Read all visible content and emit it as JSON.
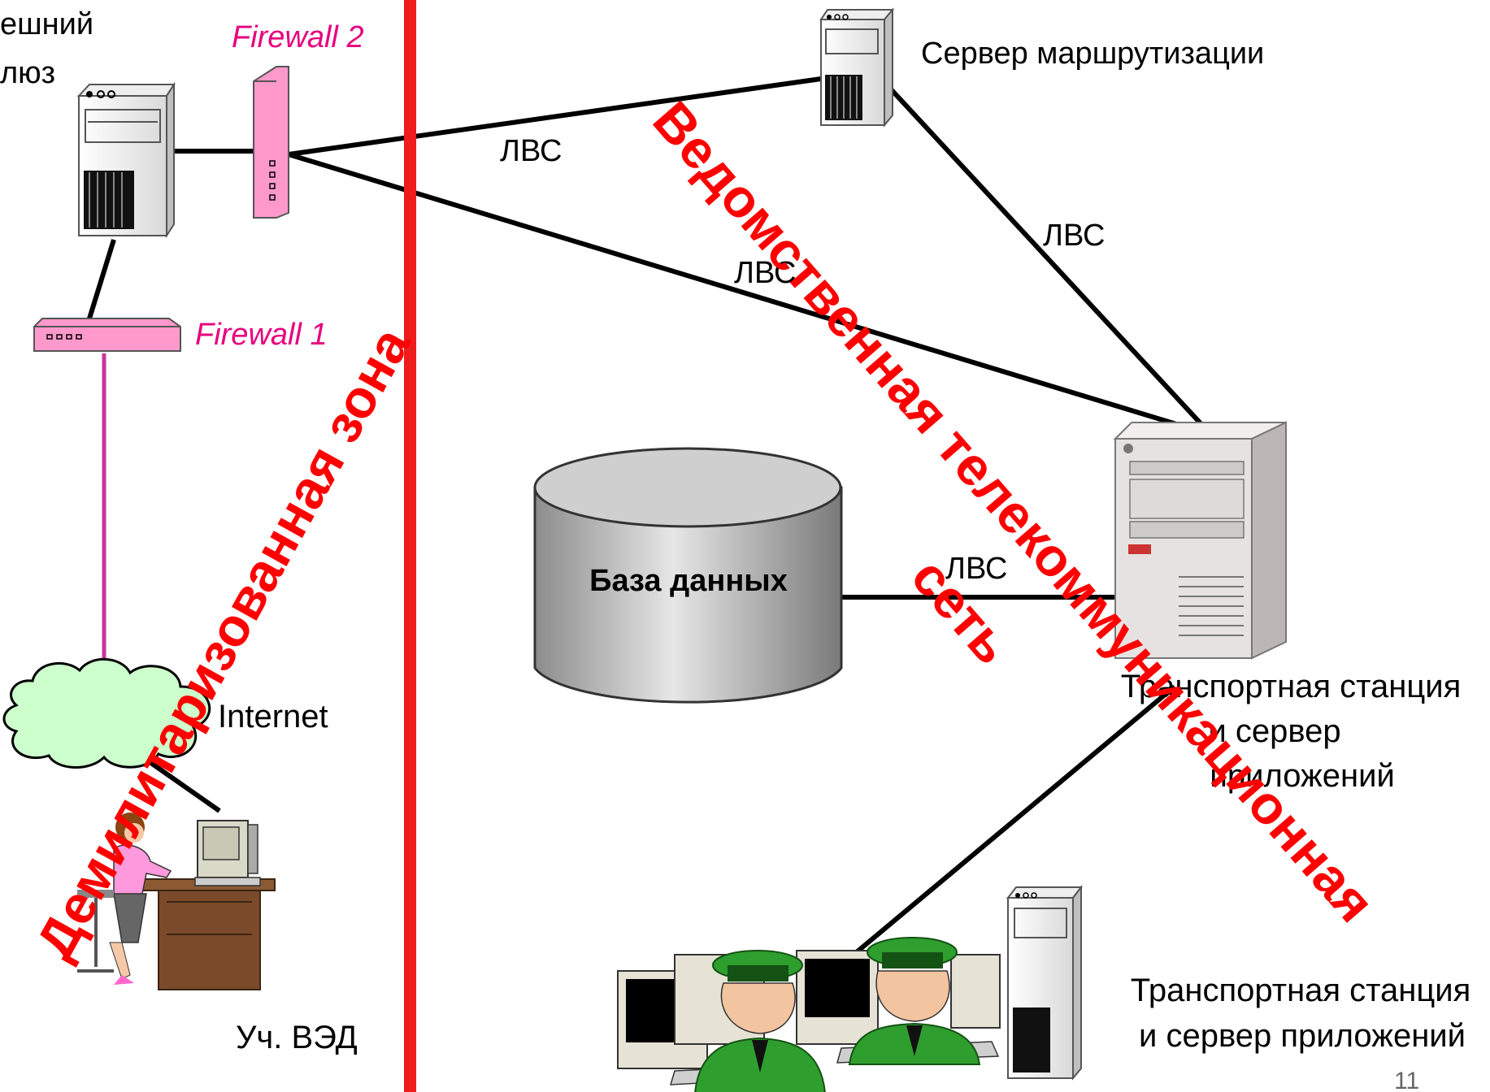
{
  "labels": {
    "ext_gateway_1": "ешний",
    "ext_gateway_2": "люз",
    "firewall2": "Firewall 2",
    "firewall1": "Firewall 1",
    "routing_server": "Сервер маршрутизации",
    "lan_1": "ЛВС",
    "lan_2": "ЛВС",
    "lan_3": "ЛВС",
    "lan_4": "ЛВС",
    "database": "База данных",
    "internet": "Internet",
    "participant": "Уч. ВЭД",
    "station1_line1": "Транспортная станция",
    "station1_line2": "и сервер",
    "station1_line3": "приложений",
    "station2_line1": "Транспортная станция",
    "station2_line2": "и сервер приложений",
    "dmz": "Демилитаризованная зона",
    "dept_net_1": "Ведомственная телекоммуникационная",
    "dept_net_2": "сеть",
    "page_number": "11"
  },
  "colors": {
    "zone_divider": "#ee1c1c",
    "overlay_text": "#ff0000",
    "firewall_fill": "#ff99cc",
    "firewall_text": "#e6007e",
    "internet_line": "#cc3399",
    "cloud_fill": "#ccffcc",
    "database_fill": "#b3b3b3"
  }
}
